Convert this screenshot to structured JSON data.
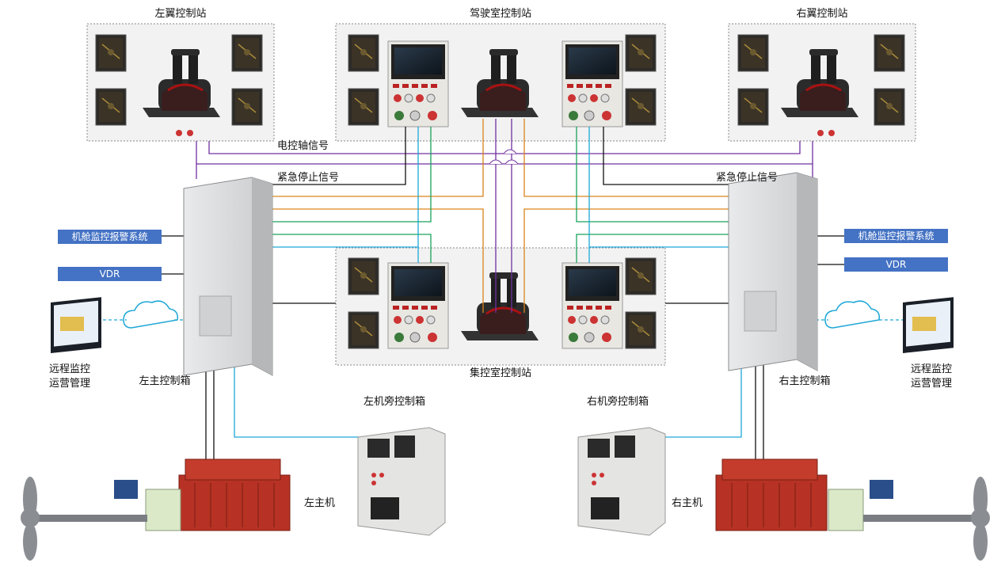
{
  "stations": {
    "left_wing": "左翼控制站",
    "bridge": "驾驶室控制站",
    "right_wing": "右翼控制站",
    "ecr": "集控室控制站"
  },
  "signals": {
    "shaft": "电控轴信号",
    "estop_left": "紧急停止信号",
    "estop_right": "紧急停止信号"
  },
  "external": {
    "alarm_left": "机舱监控报警系统",
    "vdr_left": "VDR",
    "alarm_right": "机舱监控报警系统",
    "vdr_right": "VDR"
  },
  "remote": {
    "left_line1": "远程监控",
    "left_line2": "运营管理",
    "right_line1": "远程监控",
    "right_line2": "运营管理"
  },
  "cabinets": {
    "left_main": "左主控制箱",
    "right_main": "右主控制箱",
    "left_local": "左机旁控制箱",
    "right_local": "右机旁控制箱"
  },
  "engines": {
    "left": "左主机",
    "right": "右主机"
  },
  "colors": {
    "purple": "#7030a0",
    "orange": "#d9841c",
    "green": "#1aa35a",
    "cyan": "#1ea7d6",
    "blue_box": "#4472c4",
    "engine_red": "#c0392b"
  }
}
